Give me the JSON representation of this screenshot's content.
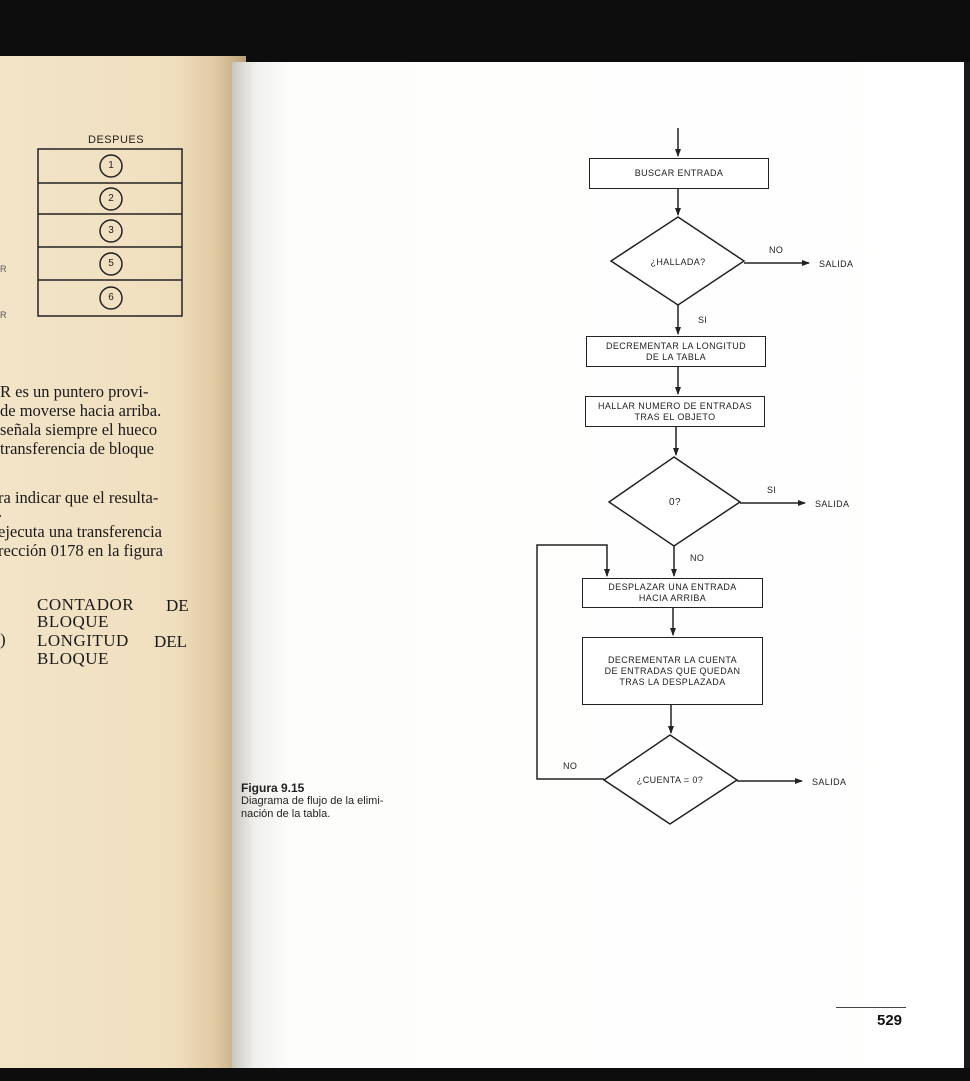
{
  "left_page": {
    "figure_title": "DESPUES",
    "table_cells": [
      "1",
      "2",
      "3",
      "5",
      "6"
    ],
    "margin_marks": [
      "R",
      "R"
    ],
    "paragraph_1": [
      "R es un puntero provi-",
      "de moverse hacia arriba.",
      "señala siempre el hueco",
      "transferencia de bloque"
    ],
    "paragraph_2": [
      "ra indicar que el resulta-",
      "."
    ],
    "paragraph_3": [
      "ejecuta una transferencia",
      "rección 0178 en la figura"
    ],
    "definitions": {
      "row1_term": "CONTADOR",
      "row1_word": "DE",
      "row2_term": "BLOQUE",
      "row3_prefix": ")",
      "row3_term": "LONGITUD",
      "row3_word": "DEL",
      "row4_term": "BLOQUE"
    }
  },
  "right_page": {
    "caption": {
      "figure": "Figura 9.15",
      "line1": "Diagrama de flujo de la elimi-",
      "line2": "nación de la tabla."
    },
    "page_number": "529",
    "flowchart": {
      "box1": "BUSCAR ENTRADA",
      "decision1": "¿HALLADA?",
      "decision1_no": "NO",
      "decision1_exit": "SALIDA",
      "decision1_yes": "SI",
      "box2_line1": "DECREMENTAR LA LONGITUD",
      "box2_line2": "DE LA TABLA",
      "box3_line1": "HALLAR NUMERO DE ENTRADAS",
      "box3_line2": "TRAS EL OBJETO",
      "decision2": "0?",
      "decision2_yes": "SI",
      "decision2_exit": "SALIDA",
      "decision2_no": "NO",
      "box4_line1": "DESPLAZAR UNA ENTRADA",
      "box4_line2": "HACIA ARRIBA",
      "box5_line1": "DECREMENTAR LA CUENTA",
      "box5_line2": "DE ENTRADAS QUE QUEDAN",
      "box5_line3": "TRAS LA DESPLAZADA",
      "decision3": "¿CUENTA = 0?",
      "decision3_no": "NO",
      "decision3_exit": "SALIDA"
    }
  }
}
